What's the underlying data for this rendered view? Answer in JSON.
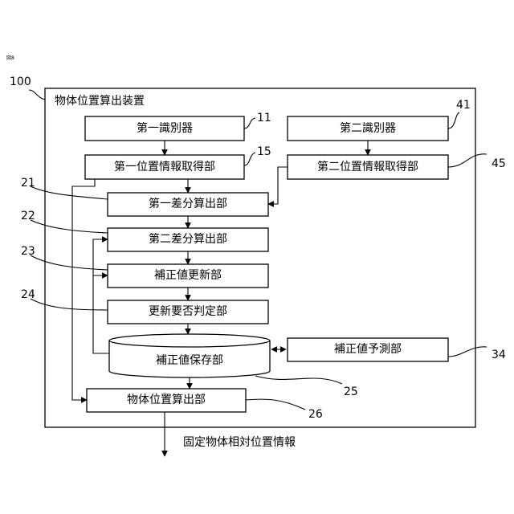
{
  "figure_label": "図8",
  "device": {
    "ref": "100",
    "title": "物体位置算出装置"
  },
  "blocks": {
    "first_identifier": {
      "label": "第一識別器",
      "ref": "11"
    },
    "second_identifier": {
      "label": "第二識別器",
      "ref": "41"
    },
    "first_position_acquirer": {
      "label": "第一位置情報取得部",
      "ref": "15"
    },
    "second_position_acquirer": {
      "label": "第二位置情報取得部",
      "ref": "45"
    },
    "first_diff_calc": {
      "label": "第一差分算出部",
      "ref": "21"
    },
    "second_diff_calc": {
      "label": "第二差分算出部",
      "ref": "22"
    },
    "correction_updater": {
      "label": "補正値更新部",
      "ref": "23"
    },
    "update_judge": {
      "label": "更新要否判定部",
      "ref": "24"
    },
    "correction_storage": {
      "label": "補正値保存部",
      "ref": "25"
    },
    "correction_predictor": {
      "label": "補正値予測部",
      "ref": "34"
    },
    "object_position_calc": {
      "label": "物体位置算出部",
      "ref": "26"
    }
  },
  "output_label": "固定物体相対位置情報"
}
